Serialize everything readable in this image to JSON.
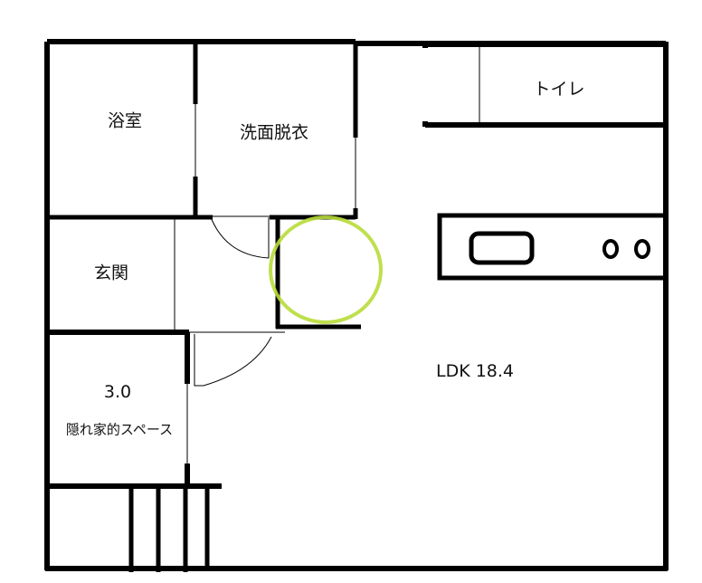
{
  "rooms": {
    "bath": "浴室",
    "washroom": "洗面脱衣",
    "toilet": "トイレ",
    "entrance": "玄関",
    "hideout_size": "3.0",
    "hideout": "隠れ家的スペース",
    "ldk": "LDK 18.4"
  },
  "colors": {
    "wall": "#000000",
    "highlight": "#b8dc3a"
  }
}
